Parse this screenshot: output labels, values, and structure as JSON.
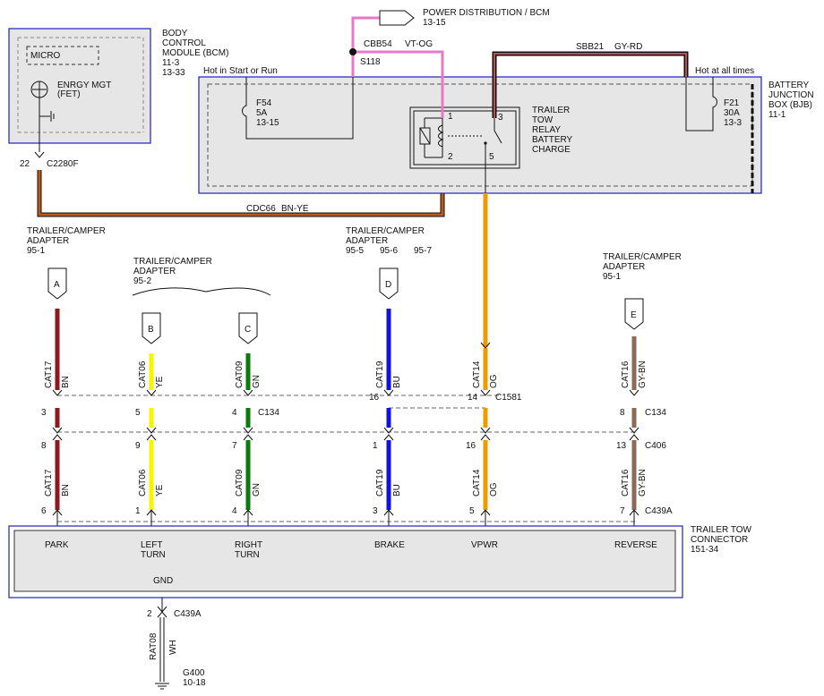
{
  "header": {
    "power_title": "POWER DISTRIBUTION / BCM",
    "power_ref": "13-15",
    "cbb": "CBB54",
    "cbb_color": "VT-OG",
    "splice": "S118",
    "sbb": "SBB21",
    "sbb_color": "GY-RD",
    "hot_start_run": "Hot in Start or Run",
    "hot_all_times": "Hot at all times"
  },
  "bcm": {
    "title_lines": [
      "BODY",
      "CONTROL",
      "MODULE (BCM)"
    ],
    "refs": [
      "11-3",
      "13-33"
    ],
    "micro": "MICRO",
    "fet_lines": [
      "ENRGY MGT",
      "(FET)"
    ],
    "pin": "22",
    "connector": "C2280F"
  },
  "bjb": {
    "title_lines": [
      "BATTERY",
      "JUNCTION",
      "BOX (BJB)"
    ],
    "ref": "11-1",
    "fuse_f54": [
      "F54",
      "5A",
      "13-15"
    ],
    "fuse_f21": [
      "F21",
      "30A",
      "13-3"
    ],
    "relay_lines": [
      "TRAILER",
      "TOW",
      "RELAY",
      "BATTERY",
      "CHARGE"
    ],
    "relay_pins": [
      "1",
      "3",
      "2",
      "5"
    ]
  },
  "cdc": {
    "circuit": "CDC66",
    "color": "BN-YE"
  },
  "adapters": {
    "left": {
      "lines": [
        "TRAILER/CAMPER",
        "ADAPTER"
      ],
      "ref": "95-1"
    },
    "middle": {
      "lines": [
        "TRAILER/CAMPER",
        "ADAPTER"
      ],
      "ref": "95-2"
    },
    "center": {
      "lines": [
        "TRAILER/CAMPER",
        "ADAPTER"
      ],
      "refs": [
        "95-5",
        "95-6",
        "95-7"
      ]
    },
    "right": {
      "lines": [
        "TRAILER/CAMPER",
        "ADAPTER"
      ],
      "ref": "95-1"
    }
  },
  "connectors": {
    "c1581": "C1581",
    "c134": "C134",
    "c406": "C406",
    "c439a": "C439A"
  },
  "wires": [
    {
      "tag": "A",
      "circuit": "CAT17",
      "color": "BN",
      "hex": "#8b1a1a",
      "pins": [
        "3",
        "8",
        "6"
      ],
      "function": [
        "PARK"
      ]
    },
    {
      "tag": "B",
      "circuit": "CAT06",
      "color": "YE",
      "hex": "#f5f500",
      "pins": [
        "5",
        "9",
        "1"
      ],
      "function": [
        "LEFT",
        "TURN"
      ]
    },
    {
      "tag": "C",
      "circuit": "CAT09",
      "color": "GN",
      "hex": "#0b7a0b",
      "pins": [
        "4",
        "7",
        "4"
      ],
      "function": [
        "RIGHT",
        "TURN"
      ]
    },
    {
      "tag": "D",
      "circuit": "CAT19",
      "color": "BU",
      "hex": "#1010e0",
      "pins": [
        "16",
        "1",
        "3"
      ],
      "function": [
        "BRAKE"
      ]
    },
    {
      "tag": "",
      "circuit": "CAT14",
      "color": "OG",
      "hex": "#f09a00",
      "pins": [
        "14",
        "16",
        "5"
      ],
      "function": [
        "VPWR"
      ]
    },
    {
      "tag": "E",
      "circuit": "CAT16",
      "color": "GY-BN",
      "hex": "#8a6a5a",
      "pins": [
        "8",
        "13",
        "7"
      ],
      "function": [
        "REVERSE"
      ]
    }
  ],
  "trailer_connector": {
    "title_lines": [
      "TRAILER TOW",
      "CONNECTOR"
    ],
    "ref": "151-34",
    "gnd": "GND"
  },
  "ground": {
    "pin": "2",
    "connector": "C439A",
    "circuit": "RAT08",
    "color": "WH",
    "name": "G400",
    "ref": "10-18"
  },
  "colors": {
    "module_outline": "#2020c0",
    "bn_ye": "#b85a1a",
    "vt_og": "#e878c8",
    "gy_rd": "#8b4040"
  }
}
